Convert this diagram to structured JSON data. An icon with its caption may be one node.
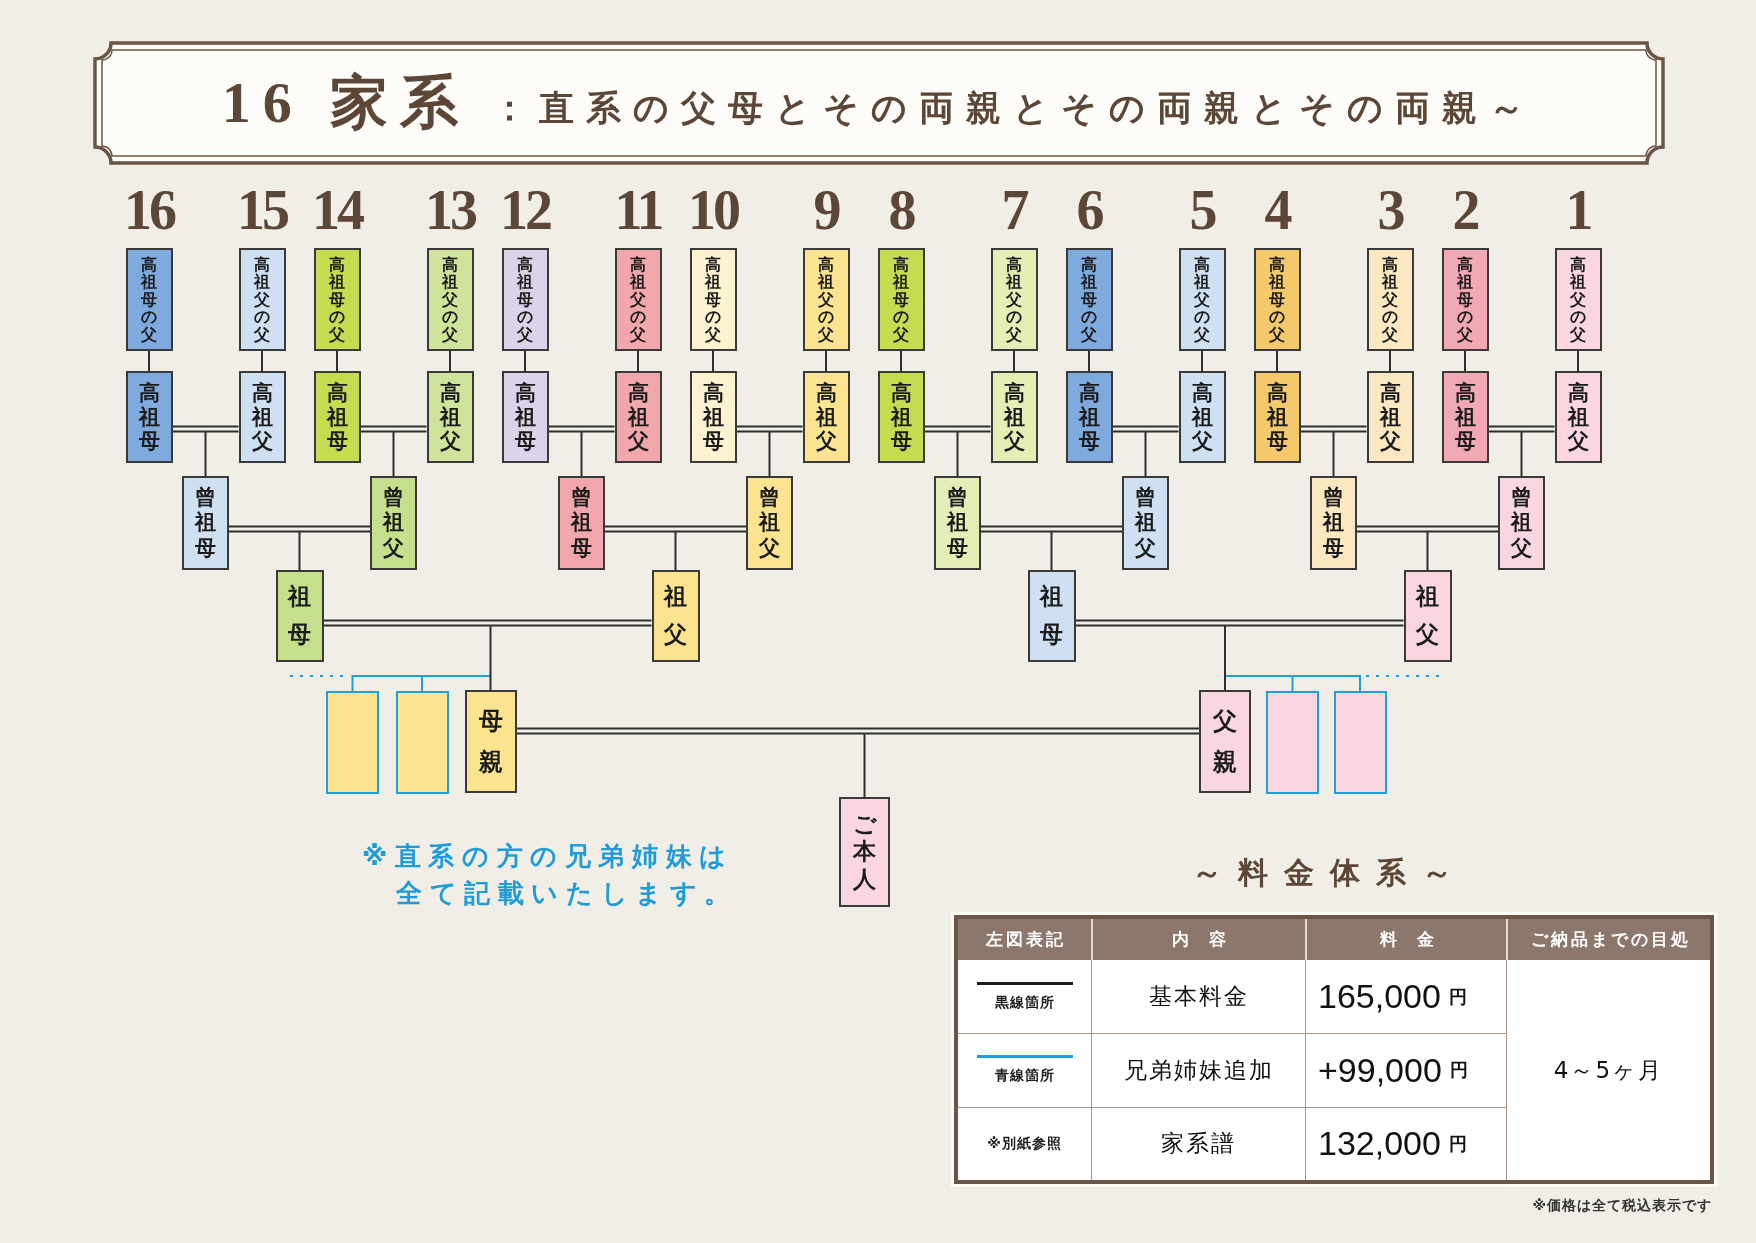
{
  "diagram": {
    "title": "16 家系",
    "nodes": [
      {
        "text": [
          "高祖母の父"
        ],
        "beside": [
          "16"
        ]
      },
      {
        "text": [
          "高祖父の父"
        ],
        "beside": [
          "15"
        ]
      },
      {
        "text": [
          "高祖母の父"
        ],
        "beside": [
          "14"
        ]
      },
      {
        "text": [
          "高祖父の父"
        ],
        "beside": [
          "13"
        ]
      },
      {
        "text": [
          "高祖母の父"
        ],
        "beside": [
          "12"
        ]
      },
      {
        "text": [
          "高祖父の父"
        ],
        "beside": [
          "11"
        ]
      },
      {
        "text": [
          "高祖母の父"
        ],
        "beside": [
          "10"
        ]
      },
      {
        "text": [
          "高祖父の父"
        ],
        "beside": [
          "9"
        ]
      },
      {
        "text": [
          "高祖母の父"
        ],
        "beside": [
          "8"
        ]
      },
      {
        "text": [
          "高祖父の父"
        ],
        "beside": [
          "7"
        ]
      },
      {
        "text": [
          "高祖母の父"
        ],
        "beside": [
          "6"
        ]
      },
      {
        "text": [
          "高祖父の父"
        ],
        "beside": [
          "5"
        ]
      },
      {
        "text": [
          "高祖母の父"
        ],
        "beside": [
          "4"
        ]
      },
      {
        "text": [
          "高祖父の父"
        ],
        "beside": [
          "3"
        ]
      },
      {
        "text": [
          "高祖母の父"
        ],
        "beside": [
          "2"
        ]
      },
      {
        "text": [
          "高祖父の父"
        ],
        "beside": [
          "1"
        ]
      },
      {
        "text": [
          "高祖母"
        ]
      },
      {
        "text": [
          "高祖父"
        ]
      },
      {
        "text": [
          "高祖母"
        ]
      },
      {
        "text": [
          "高祖父"
        ]
      },
      {
        "text": [
          "高祖母"
        ]
      },
      {
        "text": [
          "高祖父"
        ]
      },
      {
        "text": [
          "高祖母"
        ]
      },
      {
        "text": [
          "高祖父"
        ]
      },
      {
        "text": [
          "高祖母"
        ]
      },
      {
        "text": [
          "高祖父"
        ]
      },
      {
        "text": [
          "高祖母"
        ]
      },
      {
        "text": [
          "高祖父"
        ]
      },
      {
        "text": [
          "高祖母"
        ]
      },
      {
        "text": [
          "高祖父"
        ]
      },
      {
        "text": [
          "高祖母"
        ]
      },
      {
        "text": [
          "高祖父"
        ]
      },
      {
        "text": [
          "曾祖母"
        ]
      },
      {
        "text": [
          "曾祖父"
        ]
      },
      {
        "text": [
          "曾祖母"
        ]
      },
      {
        "text": [
          "曾祖父"
        ]
      },
      {
        "text": [
          "曾祖母"
        ]
      },
      {
        "text": [
          "曾祖父"
        ]
      },
      {
        "text": [
          "曾祖母"
        ]
      },
      {
        "text": [
          "曾祖父"
        ]
      },
      {
        "text": [
          "祖母"
        ]
      },
      {
        "text": [
          "祖父"
        ]
      },
      {
        "text": [
          "祖母"
        ]
      },
      {
        "text": [
          "祖父"
        ]
      },
      {
        "text": [],
        "shape": "box"
      },
      {
        "text": [],
        "shape": "box"
      },
      {
        "text": [
          "母親"
        ]
      },
      {
        "text": [
          "父親"
        ]
      },
      {
        "text": [],
        "shape": "box"
      },
      {
        "text": [],
        "shape": "box"
      },
      {
        "text": [
          "ご本人"
        ]
      }
    ],
    "edges": [
      {
        "from": 0,
        "to": 16,
        "arrow": "none"
      },
      {
        "from": 1,
        "to": 17,
        "arrow": "none"
      },
      {
        "from": 2,
        "to": 18,
        "arrow": "none"
      },
      {
        "from": 3,
        "to": 19,
        "arrow": "none"
      },
      {
        "from": 4,
        "to": 20,
        "arrow": "none"
      },
      {
        "from": 5,
        "to": 21,
        "arrow": "none"
      },
      {
        "from": 6,
        "to": 22,
        "arrow": "none"
      },
      {
        "from": 7,
        "to": 23,
        "arrow": "none"
      },
      {
        "from": 8,
        "to": 24,
        "arrow": "none"
      },
      {
        "from": 9,
        "to": 25,
        "arrow": "none"
      },
      {
        "from": 10,
        "to": 26,
        "arrow": "none"
      },
      {
        "from": 11,
        "to": 27,
        "arrow": "none"
      },
      {
        "from": 12,
        "to": 28,
        "arrow": "none"
      },
      {
        "from": 13,
        "to": 29,
        "arrow": "none"
      },
      {
        "from": 14,
        "to": 30,
        "arrow": "none"
      },
      {
        "from": 15,
        "to": 31,
        "arrow": "none"
      },
      {
        "from": 16,
        "to": 17,
        "arrow": "none"
      },
      {
        "from": 16,
        "to": 32,
        "arrow": "none"
      },
      {
        "from": 17,
        "to": 32,
        "arrow": "none"
      },
      {
        "from": 18,
        "to": 19,
        "arrow": "none"
      },
      {
        "from": 18,
        "to": 33,
        "arrow": "none"
      },
      {
        "from": 19,
        "to": 33,
        "arrow": "none"
      },
      {
        "from": 20,
        "to": 21,
        "arrow": "none"
      },
      {
        "from": 20,
        "to": 34,
        "arrow": "none"
      },
      {
        "from": 21,
        "to": 34,
        "arrow": "none"
      },
      {
        "from": 22,
        "to": 23,
        "arrow": "none"
      },
      {
        "from": 22,
        "to": 35,
        "arrow": "none"
      },
      {
        "from": 23,
        "to": 35,
        "arrow": "none"
      },
      {
        "from": 24,
        "to": 25,
        "arrow": "none"
      },
      {
        "from": 24,
        "to": 36,
        "arrow": "none"
      },
      {
        "from": 25,
        "to": 36,
        "arrow": "none"
      },
      {
        "from": 26,
        "to": 27,
        "arrow": "none"
      },
      {
        "from": 26,
        "to": 37,
        "arrow": "none"
      },
      {
        "from": 27,
        "to": 37,
        "arrow": "none"
      },
      {
        "from": 28,
        "to": 29,
        "arrow": "none"
      },
      {
        "from": 28,
        "to": 38,
        "arrow": "none"
      },
      {
        "from": 29,
        "to": 38,
        "arrow": "none"
      },
      {
        "from": 30,
        "to": 31,
        "arrow": "none"
      },
      {
        "from": 30,
        "to": 39,
        "arrow": "none"
      },
      {
        "from": 31,
        "to": 39,
        "arrow": "none"
      },
      {
        "from": 32,
        "to": 33,
        "arrow": "none"
      },
      {
        "from": 32,
        "to": 40,
        "arrow": "none"
      },
      {
        "from": 33,
        "to": 40,
        "arrow": "none"
      },
      {
        "from": 34,
        "to": 35,
        "arrow": "none"
      },
      {
        "from": 34,
        "to": 41,
        "arrow": "none"
      },
      {
        "from": 35,
        "to": 41,
        "arrow": "none"
      },
      {
        "from": 36,
        "to": 37,
        "arrow": "none"
      },
      {
        "from": 36,
        "to": 42,
        "arrow": "none"
      },
      {
        "from": 37,
        "to": 42,
        "arrow": "none"
      },
      {
        "from": 38,
        "to": 39,
        "arrow": "none"
      },
      {
        "from": 38,
        "to": 43,
        "arrow": "none"
      },
      {
        "from": 39,
        "to": 43,
        "arrow": "none"
      },
      {
        "from": 40,
        "to": 41,
        "arrow": "none"
      },
      {
        "from": 40,
        "to": 46,
        "arrow": "none"
      },
      {
        "from": 41,
        "to": 46,
        "arrow": "none"
      },
      {
        "from": 42,
        "to": 43,
        "arrow": "none"
      },
      {
        "from": 42,
        "to": 47,
        "arrow": "none"
      },
      {
        "from": 43,
        "to": 47,
        "arrow": "none"
      },
      {
        "from": 46,
        "to": 44,
        "arrow": "none",
        "color": "#1ea0dc"
      },
      {
        "from": 46,
        "to": 45,
        "arrow": "none",
        "color": "#1ea0dc"
      },
      {
        "from": 47,
        "to": 48,
        "arrow": "none",
        "color": "#1ea0dc"
      },
      {
        "from": 47,
        "to": 49,
        "arrow": "none",
        "color": "#1ea0dc"
      },
      {
        "from": 46,
        "to": 47,
        "arrow": "none"
      },
      {
        "from": 46,
        "to": 50,
        "arrow": "none"
      },
      {
        "from": 47,
        "to": 50,
        "arrow": "none"
      }
    ],
    "labels": [
      "：直系の父母とその両親とその両親とその両親～",
      "※直系の方の兄弟姉妹は全て記載いたします。",
      "～料金体系～",
      "左図表記",
      "内容",
      "料金",
      "ご納品までの目処",
      "黒線箇所",
      "基本料金",
      "165,000",
      "円",
      "4～5ヶ月",
      "青線箇所",
      "兄弟姉妹追加",
      "+99,000",
      "円",
      "※別紙参照",
      "家系譜",
      "132,000",
      "円",
      "※価格は全て税込表示です"
    ]
  }
}
